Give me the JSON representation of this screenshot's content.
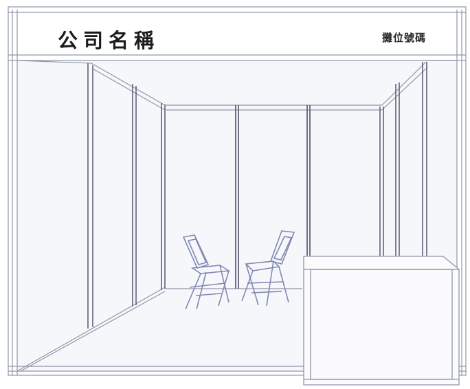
{
  "fascia": {
    "company_name": "公司名稱",
    "booth_number": "攤位號碼"
  },
  "colors": {
    "frame_line": "#8f96a8",
    "aluminium_pole": "#5e6378",
    "chair_line": "#7f88b2",
    "wall_tint": "#eef0f6"
  },
  "scene": {
    "chairs": 2,
    "counter": 1
  }
}
